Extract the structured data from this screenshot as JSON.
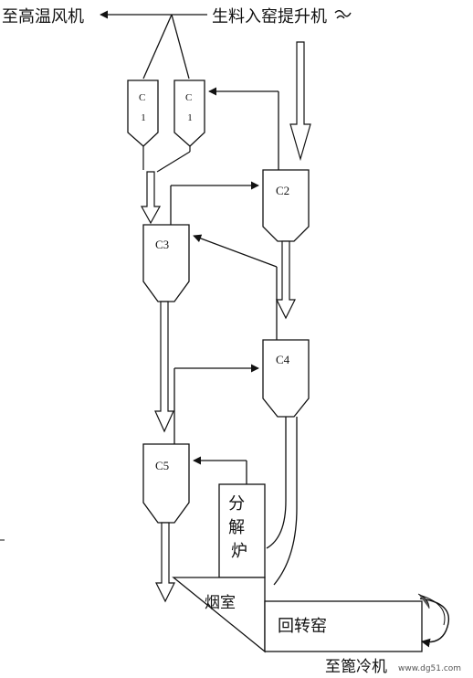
{
  "labels": {
    "to_high_temp_fan": "至高温风机",
    "raw_meal_input": "生料入窑提升机",
    "c1_left": "C\n1",
    "c1_right": "C\n1",
    "c2": "C2",
    "c3": "C3",
    "c4": "C4",
    "c5": "C5",
    "calciner": "分\n解\n炉",
    "smoke_chamber": "烟室",
    "rotary_kiln": "回转窑",
    "to_cooler": "至篦冷机",
    "watermark": "www.dg51.com"
  },
  "colors": {
    "line": "#111111",
    "background": "#ffffff",
    "watermark": "#555555",
    "to_cooler_text": "#333333"
  }
}
